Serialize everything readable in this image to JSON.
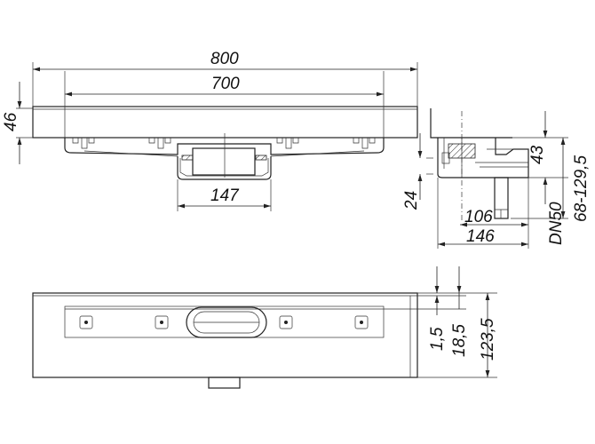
{
  "drawing": {
    "front_view": {
      "overall_width": "800",
      "trough_width": "700",
      "height": "46",
      "outlet_width": "147"
    },
    "side_view": {
      "depth_24": "24",
      "depth_43": "43",
      "height_range": "68-129,5",
      "outlet": "DN50",
      "outlet_offset": "106",
      "width": "146"
    },
    "top_view": {
      "dim_1": "1,5",
      "dim_2": "18,5",
      "dim_3": "123,5"
    },
    "line_color": "#222222"
  }
}
